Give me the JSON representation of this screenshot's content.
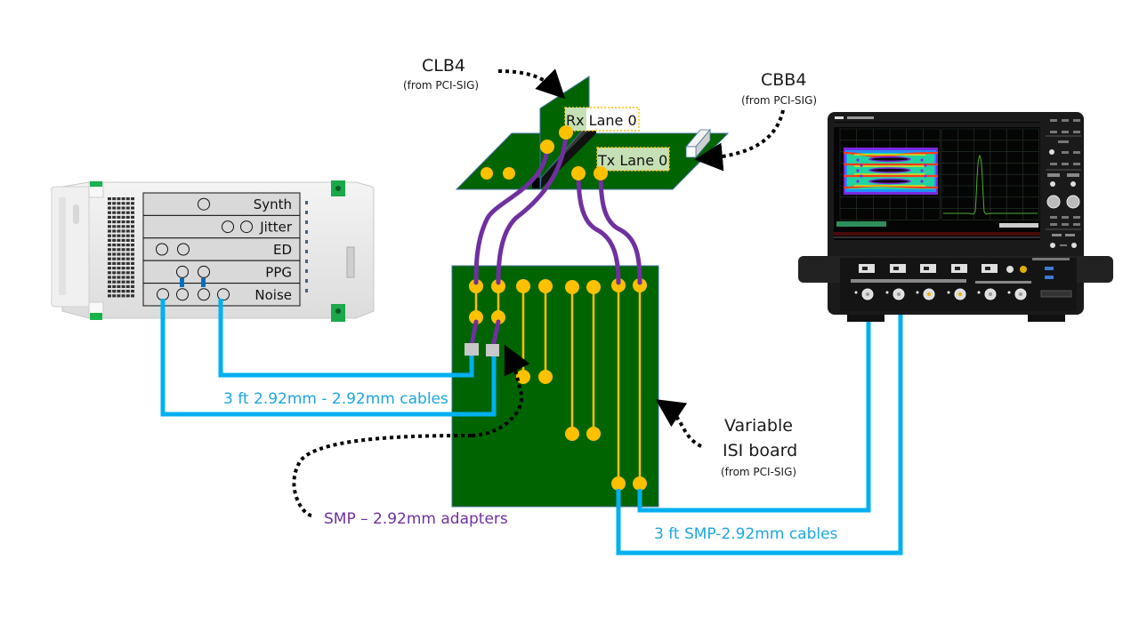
{
  "diagram": {
    "colors": {
      "board_green": "#006400",
      "pad_yellow": "#ffc000",
      "cable_blue": "#00b0f0",
      "cable_purple": "#7030a0",
      "label_box": "#c5e0b4",
      "adapter_gray": "#c8c8c8"
    },
    "labels": {
      "clb4_title": "CLB4",
      "clb4_source": "(from PCI-SIG)",
      "cbb4_title": "CBB4",
      "cbb4_source": "(from PCI-SIG)",
      "rx_lane": "Rx Lane 0",
      "tx_lane": "Tx Lane 0",
      "isi_title_line1": "Variable",
      "isi_title_line2": "ISI board",
      "isi_source": "(from PCI-SIG)",
      "cable_left": "3 ft 2.92mm - 2.92mm cables",
      "cable_right": "3 ft SMP-2.92mm cables",
      "adapters": "SMP – 2.92mm adapters"
    },
    "bert_modules": [
      {
        "name": "Synth",
        "ports": 1
      },
      {
        "name": "Jitter",
        "ports": 2
      },
      {
        "name": "ED",
        "ports": 2
      },
      {
        "name": "PPG",
        "ports": 2
      },
      {
        "name": "Noise",
        "ports": 4
      }
    ],
    "scope": {
      "brand_icon": "teledyne-lecroy-logo-icon",
      "screen_left": "eye-diagram",
      "screen_right": "pulse-waveform"
    }
  }
}
